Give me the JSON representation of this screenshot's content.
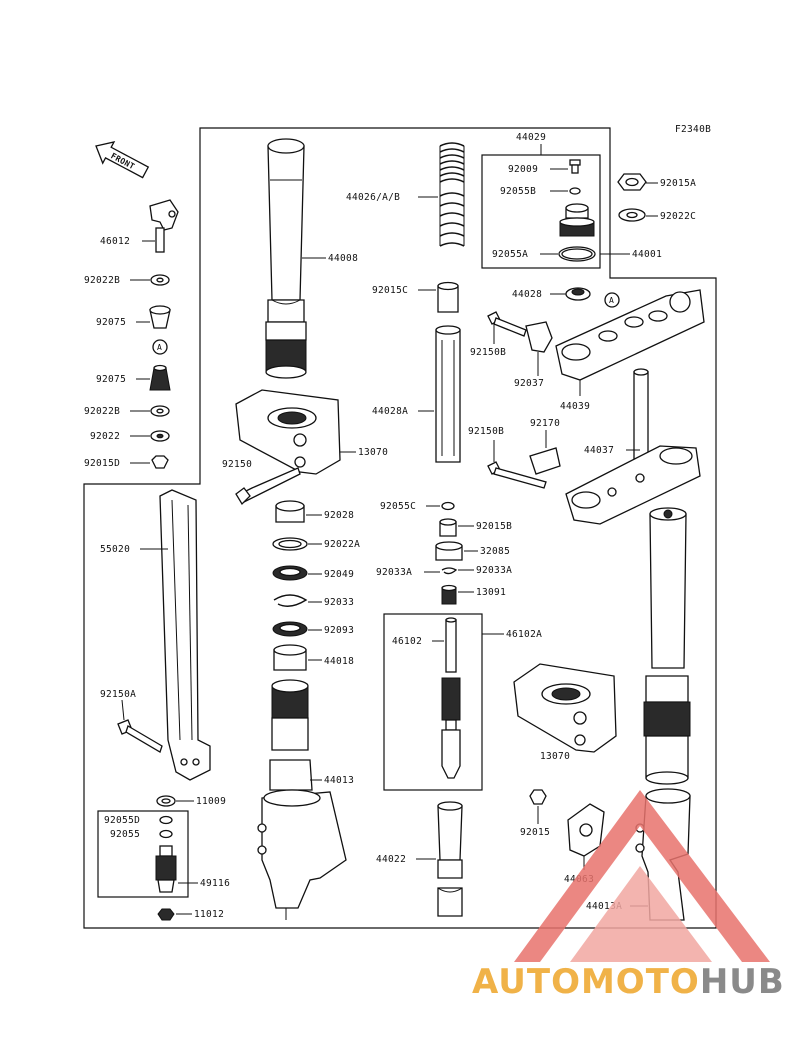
{
  "figure_code": "F2340B",
  "front_label": "FRONT",
  "assembly_marker": "A",
  "labels": {
    "p44029": "44029",
    "p92009": "92009",
    "p92055B": "92055B",
    "p92055A": "92055A",
    "p44001": "44001",
    "p92015A": "92015A",
    "p92022C": "92022C",
    "p44026": "44026/A/B",
    "p92015C": "92015C",
    "p44028": "44028",
    "p44028A": "44028A",
    "p92150B_1": "92150B",
    "p92037": "92037",
    "p44039": "44039",
    "p92150B_2": "92150B",
    "p92170": "92170",
    "p44037": "44037",
    "p44008": "44008",
    "p13070_1": "13070",
    "p92150": "92150",
    "p46012": "46012",
    "p92022B_1": "92022B",
    "p92075_1": "92075",
    "p92075_2": "92075",
    "p92022B_2": "92022B",
    "p92022": "92022",
    "p92015D": "92015D",
    "p92028": "92028",
    "p92022A": "92022A",
    "p92049": "92049",
    "p92033": "92033",
    "p92093": "92093",
    "p44018": "44018",
    "p44013": "44013",
    "p92055C": "92055C",
    "p92015B": "92015B",
    "p32085": "32085",
    "p92033A_1": "92033A",
    "p92033A_2": "92033A",
    "p13091": "13091",
    "p46102": "46102",
    "p46102A": "46102A",
    "p44022": "44022",
    "p13070_2": "13070",
    "p92015": "92015",
    "p44063": "44063",
    "p44013A": "44013A",
    "p55020": "55020",
    "p92150A": "92150A",
    "p11009": "11009",
    "p92055D": "92055D",
    "p92055": "92055",
    "p49116": "49116",
    "p11012": "11012"
  },
  "watermark": {
    "text_a": "AUTOMOTO",
    "text_b": "HUB",
    "color_a": "#f0b248",
    "color_b": "#8a8a8a",
    "triangle_color": "#e8736d"
  }
}
